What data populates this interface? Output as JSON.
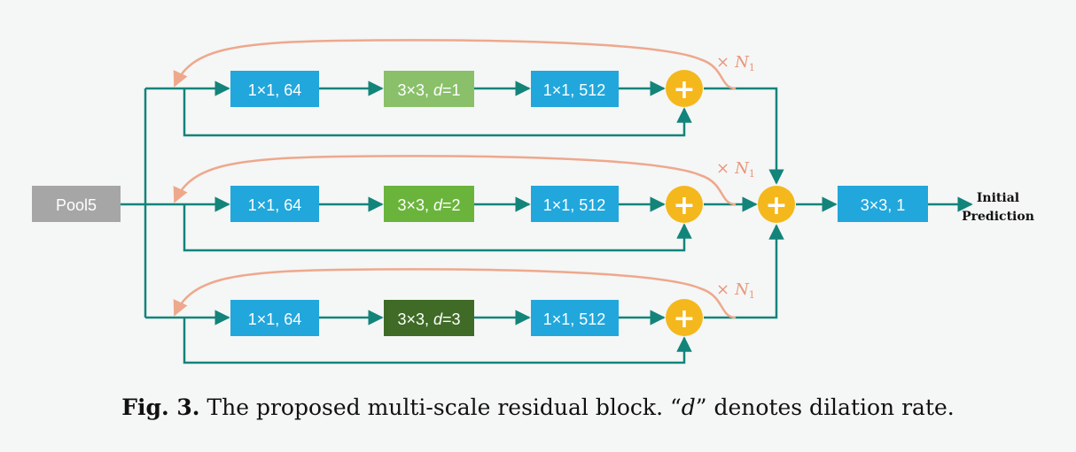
{
  "input_box": {
    "label": "Pool5"
  },
  "branches": [
    {
      "conv1": "1×1, 64",
      "dilated_prefix": "3×3, ",
      "dilated_var": "d",
      "dilated_eq": "=1",
      "conv3": "1×1, 512",
      "repeat_times": "×",
      "repeat_var": "N",
      "repeat_sub": "1",
      "dilated_color": "#8ac069"
    },
    {
      "conv1": "1×1, 64",
      "dilated_prefix": "3×3, ",
      "dilated_var": "d",
      "dilated_eq": "=2",
      "conv3": "1×1, 512",
      "repeat_times": "×",
      "repeat_var": "N",
      "repeat_sub": "1",
      "dilated_color": "#6ab43c"
    },
    {
      "conv1": "1×1, 64",
      "dilated_prefix": "3×3, ",
      "dilated_var": "d",
      "dilated_eq": "=3",
      "conv3": "1×1, 512",
      "repeat_times": "×",
      "repeat_var": "N",
      "repeat_sub": "1",
      "dilated_color": "#3f6b26"
    }
  ],
  "plus_symbol": "+",
  "output_box": {
    "label": "3×3, 1"
  },
  "output_label": {
    "line1": "Initial",
    "line2": "Prediction"
  },
  "caption": {
    "fig_label": "Fig. 3.",
    "text_before": " The proposed multi-scale residual block. “",
    "var": "d",
    "text_after": "” denotes dilation rate."
  },
  "colors": {
    "conv_box": "#21a7dc",
    "pool_box": "#a6a6a6",
    "adder": "#f4b81c",
    "arrow": "#13847a",
    "loop": "#eea88c"
  }
}
